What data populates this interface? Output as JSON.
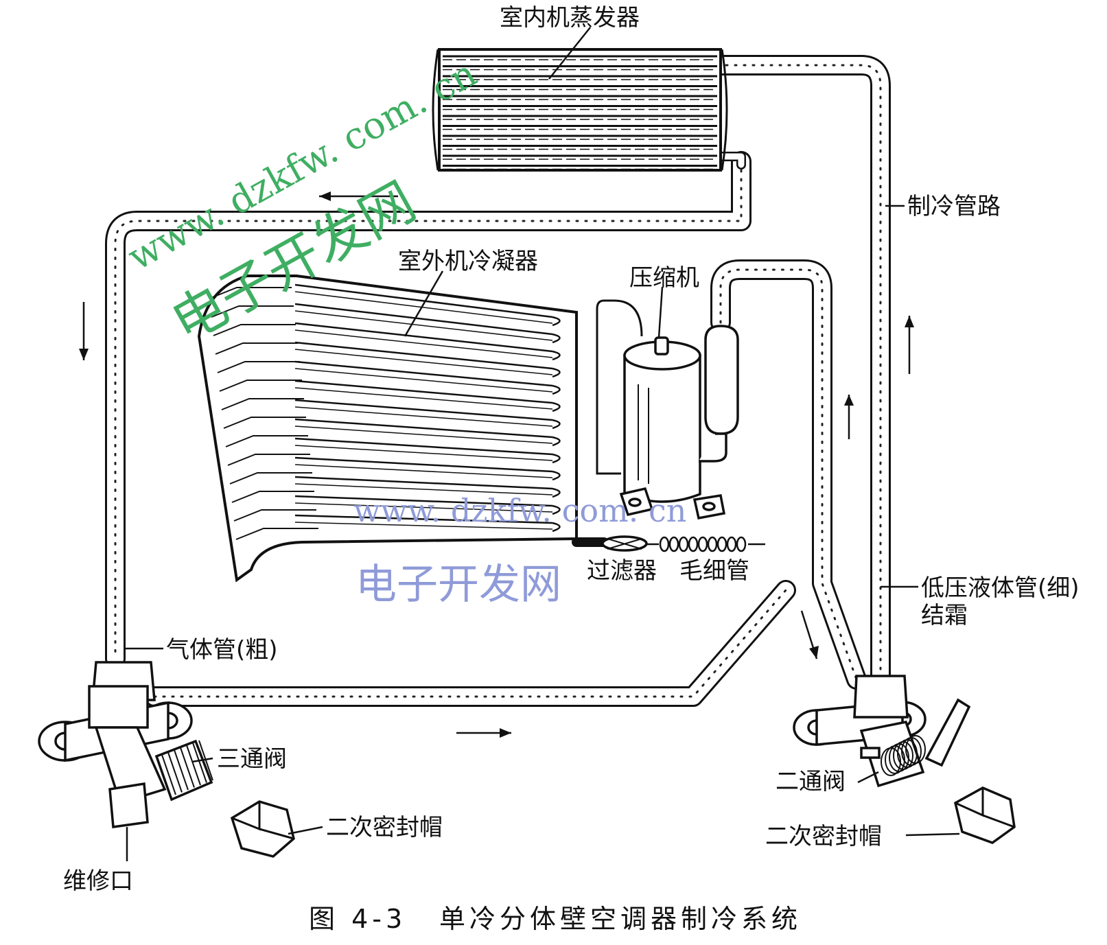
{
  "labels": {
    "evaporator": "室内机蒸发器",
    "refrigerant_line": "制冷管路",
    "condenser": "室外机冷凝器",
    "compressor": "压缩机",
    "filter": "过滤器",
    "capillary": "毛细管",
    "low_pressure_pipe": "低压液体管(细)",
    "frost": "结霜",
    "gas_pipe": "气体管(粗)",
    "three_way_valve": "三通阀",
    "secondary_cap_left": "二次密封帽",
    "service_port": "维修口",
    "two_way_valve": "二通阀",
    "secondary_cap_right": "二次密封帽"
  },
  "caption": {
    "number": "图 4-3",
    "title": "单冷分体壁空调器制冷系统"
  },
  "watermarks": {
    "url_green": "www. dzkfw. com. cn",
    "name_green": "电子开发网",
    "url_blue": "www. dzkfw. com. cn",
    "name_blue": "电子开发网"
  },
  "colors": {
    "line": "#111111",
    "watermark_green": "#3fae62",
    "watermark_blue": "#8f9bd8"
  }
}
